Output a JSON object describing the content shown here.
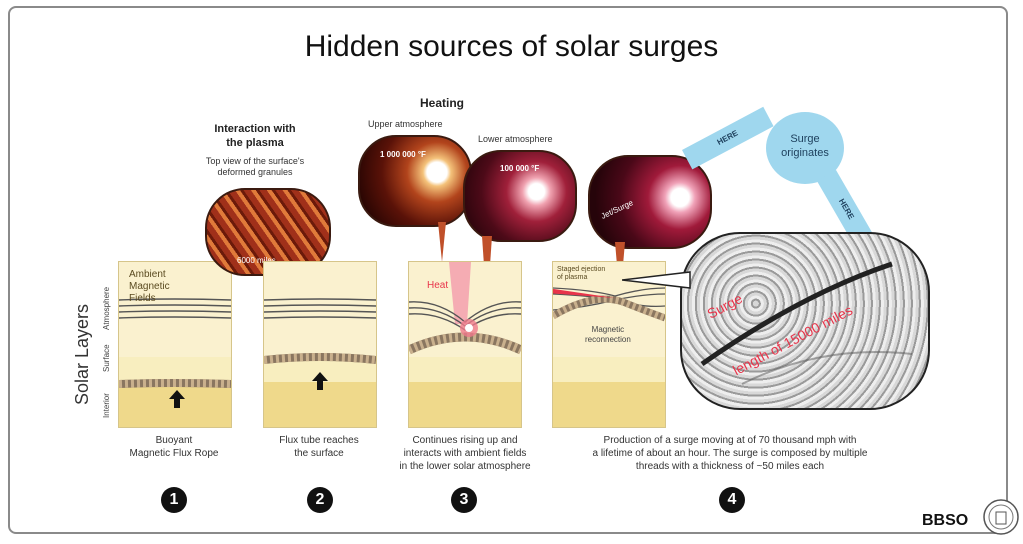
{
  "title": "Hidden sources of solar surges",
  "side": {
    "main": "Solar Layers",
    "atmosphere": "Atmosphere",
    "surface": "Surface",
    "interior": "Interior"
  },
  "panel1": {
    "label": "Ambient Magnetic Fields",
    "caption_line1": "Buoyant",
    "caption_line2": "Magnetic Flux Rope",
    "number": "1"
  },
  "panel2": {
    "heading_line1": "Interaction with",
    "heading_line2": "the plasma",
    "sub_line1": "Top view of the surface's",
    "sub_line2": "deformed granules",
    "scale": "6000 miles",
    "caption_line1": "Flux tube reaches",
    "caption_line2": "the surface",
    "number": "2"
  },
  "panel3": {
    "heating": "Heating",
    "upper": "Upper atmosphere",
    "upper_temp": "1 000 000 °F",
    "lower": "Lower atmosphere",
    "lower_temp": "100 000 °F",
    "heat": "Heat",
    "caption_line1": "Continues rising up and",
    "caption_line2": "interacts with ambient fields",
    "caption_line3": "in the lower solar atmosphere",
    "number": "3"
  },
  "panel4": {
    "jet": "Jet/Surge",
    "ejection_line1": "Staged ejection",
    "ejection_line2": "of plasma",
    "magnetic": "Magnetic",
    "reconnection": "reconnection",
    "surge_originates_line1": "Surge",
    "surge_originates_line2": "originates",
    "here1": "HERE",
    "here2": "HERE",
    "surge_label": "Surge",
    "length_label": "length of 15000 miles",
    "caption_line1": "Production of a surge moving at of 70  thousand mph with",
    "caption_line2": "a lifetime of about an hour. The surge is composed by multiple",
    "caption_line3": "threads with a thickness of ~50 miles  each",
    "number": "4"
  },
  "logo": "BBSO",
  "colors": {
    "panel_bg": "#f7ebbd",
    "interior": "#efd98b",
    "heat": "#e8344a",
    "bubble": "#9fd7ee"
  }
}
